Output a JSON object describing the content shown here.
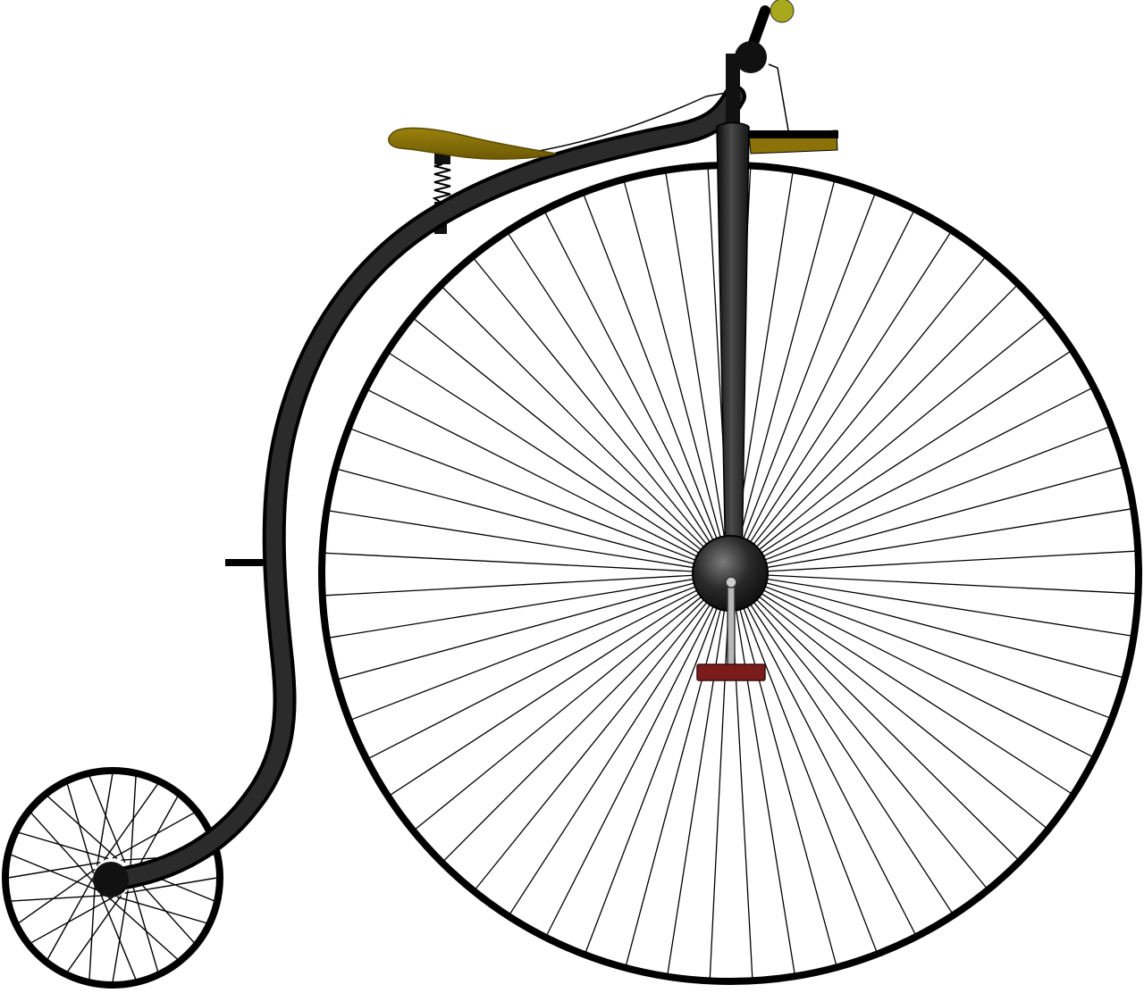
{
  "illustration": {
    "subject": "",
    "colors": {
      "background": "#ffffff",
      "frame": "#1a1a1a",
      "spoke": "#000000",
      "saddle": "#8a7208",
      "saddle_edge": "#5c4b04",
      "handle_grip": "#a8a81c",
      "pedal": "#7a1c1c",
      "crank": "#b8b8b8",
      "hub_highlight": "#6a6a6a"
    },
    "icons": {
      "front_wheel": "large-wheel",
      "rear_wheel": "small-wheel",
      "seat": "saddle",
      "pedal": "pedal",
      "handlebar": "handlebar"
    },
    "counts": {
      "front_spokes": 60,
      "rear_spokes": 28
    }
  }
}
